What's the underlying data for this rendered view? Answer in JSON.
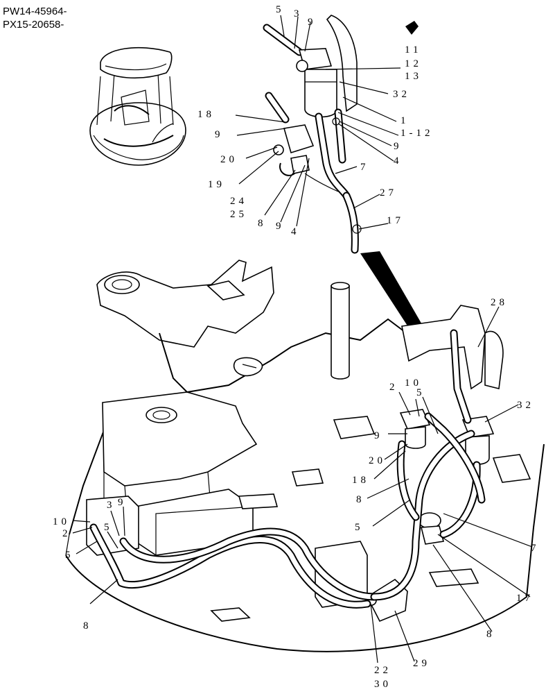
{
  "header": {
    "serial_1": "PW14-45964-",
    "serial_2": "PX15-20658-"
  },
  "callouts": {
    "c5_top": "5",
    "c3_top": "3",
    "c9_top": "9",
    "c11": "11",
    "c12": "12",
    "c13": "13",
    "c32_top": "32",
    "c18_top": "18",
    "c1_top": "1",
    "c1_12": "1-12",
    "c9_mid": "9",
    "c20_top": "20",
    "c4_top": "4",
    "c7_top": "7",
    "c19": "19",
    "c27": "27",
    "c24": "24",
    "c25": "25",
    "c17_top": "17",
    "c8_top": "8",
    "c9_bot": "9",
    "c4_bot": "4",
    "c28": "28",
    "c2_main": "2",
    "c10_main": "10",
    "c5_main": "5",
    "c32_main": "32",
    "c9_main": "9",
    "c20_main": "20",
    "c18_main": "18",
    "c8_main": "8",
    "c5_main2": "5",
    "c7_main": "7",
    "c17_main": "17",
    "c8_right": "8",
    "c10_left": "10",
    "c2_left": "2",
    "c3_left": "3",
    "c9_left": "9",
    "c5_left": "5",
    "c5_left2": "5",
    "c8_left": "8",
    "c22": "22",
    "c30": "30",
    "c29": "29"
  }
}
